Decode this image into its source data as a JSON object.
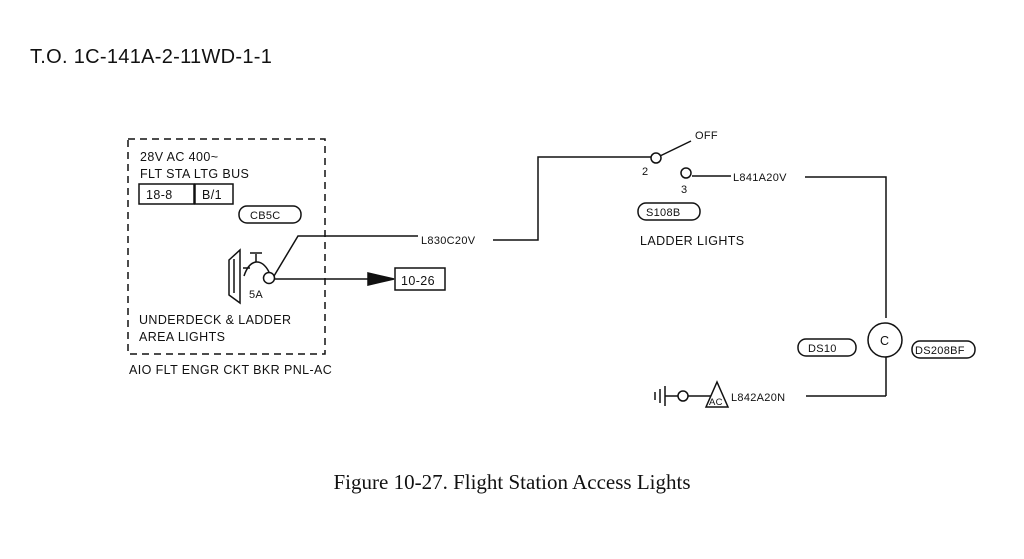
{
  "header": {
    "to_number": "T.O. 1C-141A-2-11WD-1-1"
  },
  "caption": "Figure 10-27.  Flight Station Access Lights",
  "panel": {
    "bus_line1": "28V AC 400~",
    "bus_line2": "FLT STA LTG BUS",
    "bus_ref1": "18-8",
    "bus_ref2": "B/1",
    "breaker_id": "CB5C",
    "terminal": "5A",
    "circuit_name_line1": "UNDERDECK & LADDER",
    "circuit_name_line2": "AREA LIGHTS",
    "panel_name": "AIO FLT ENGR CKT BKR PNL-AC"
  },
  "offpage_ref": "10-26",
  "wires": {
    "feed": "L830C20V",
    "lamp_feed": "L841A20V",
    "ground": "L842A20N"
  },
  "switch": {
    "off_label": "OFF",
    "pin_in": "2",
    "pin_out": "3",
    "id": "S108B",
    "name": "LADDER LIGHTS"
  },
  "lamp": {
    "symbol": "C",
    "id_left": "DS10",
    "id_right": "DS208BF"
  },
  "ground_symbol": "AC"
}
